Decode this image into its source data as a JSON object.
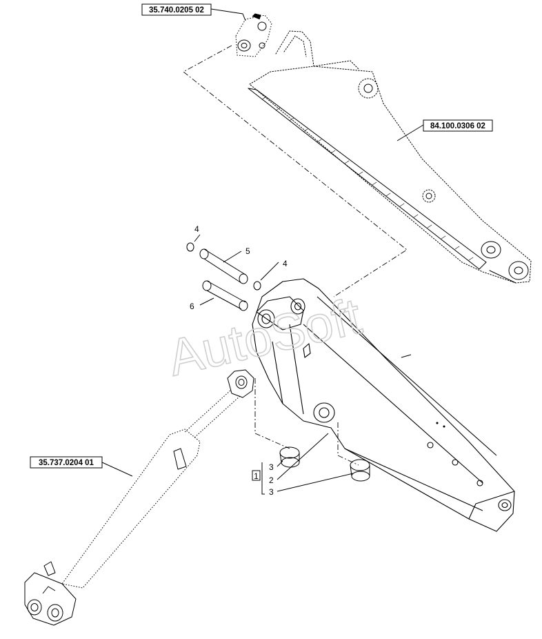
{
  "watermark": "AutoSoft",
  "references": {
    "top_bracket": "35.740.0205 02",
    "arm": "84.100.0306 02",
    "cylinder": "35.737.0204 01"
  },
  "callouts": {
    "ring_top": "4",
    "pin_top": "5",
    "ring_right": "4",
    "pin_lower": "6",
    "group": "1",
    "bushing": "2",
    "bush_left": "3",
    "bush_right": "3"
  },
  "colors": {
    "line": "#000000",
    "watermark": "#cfcfcf"
  }
}
